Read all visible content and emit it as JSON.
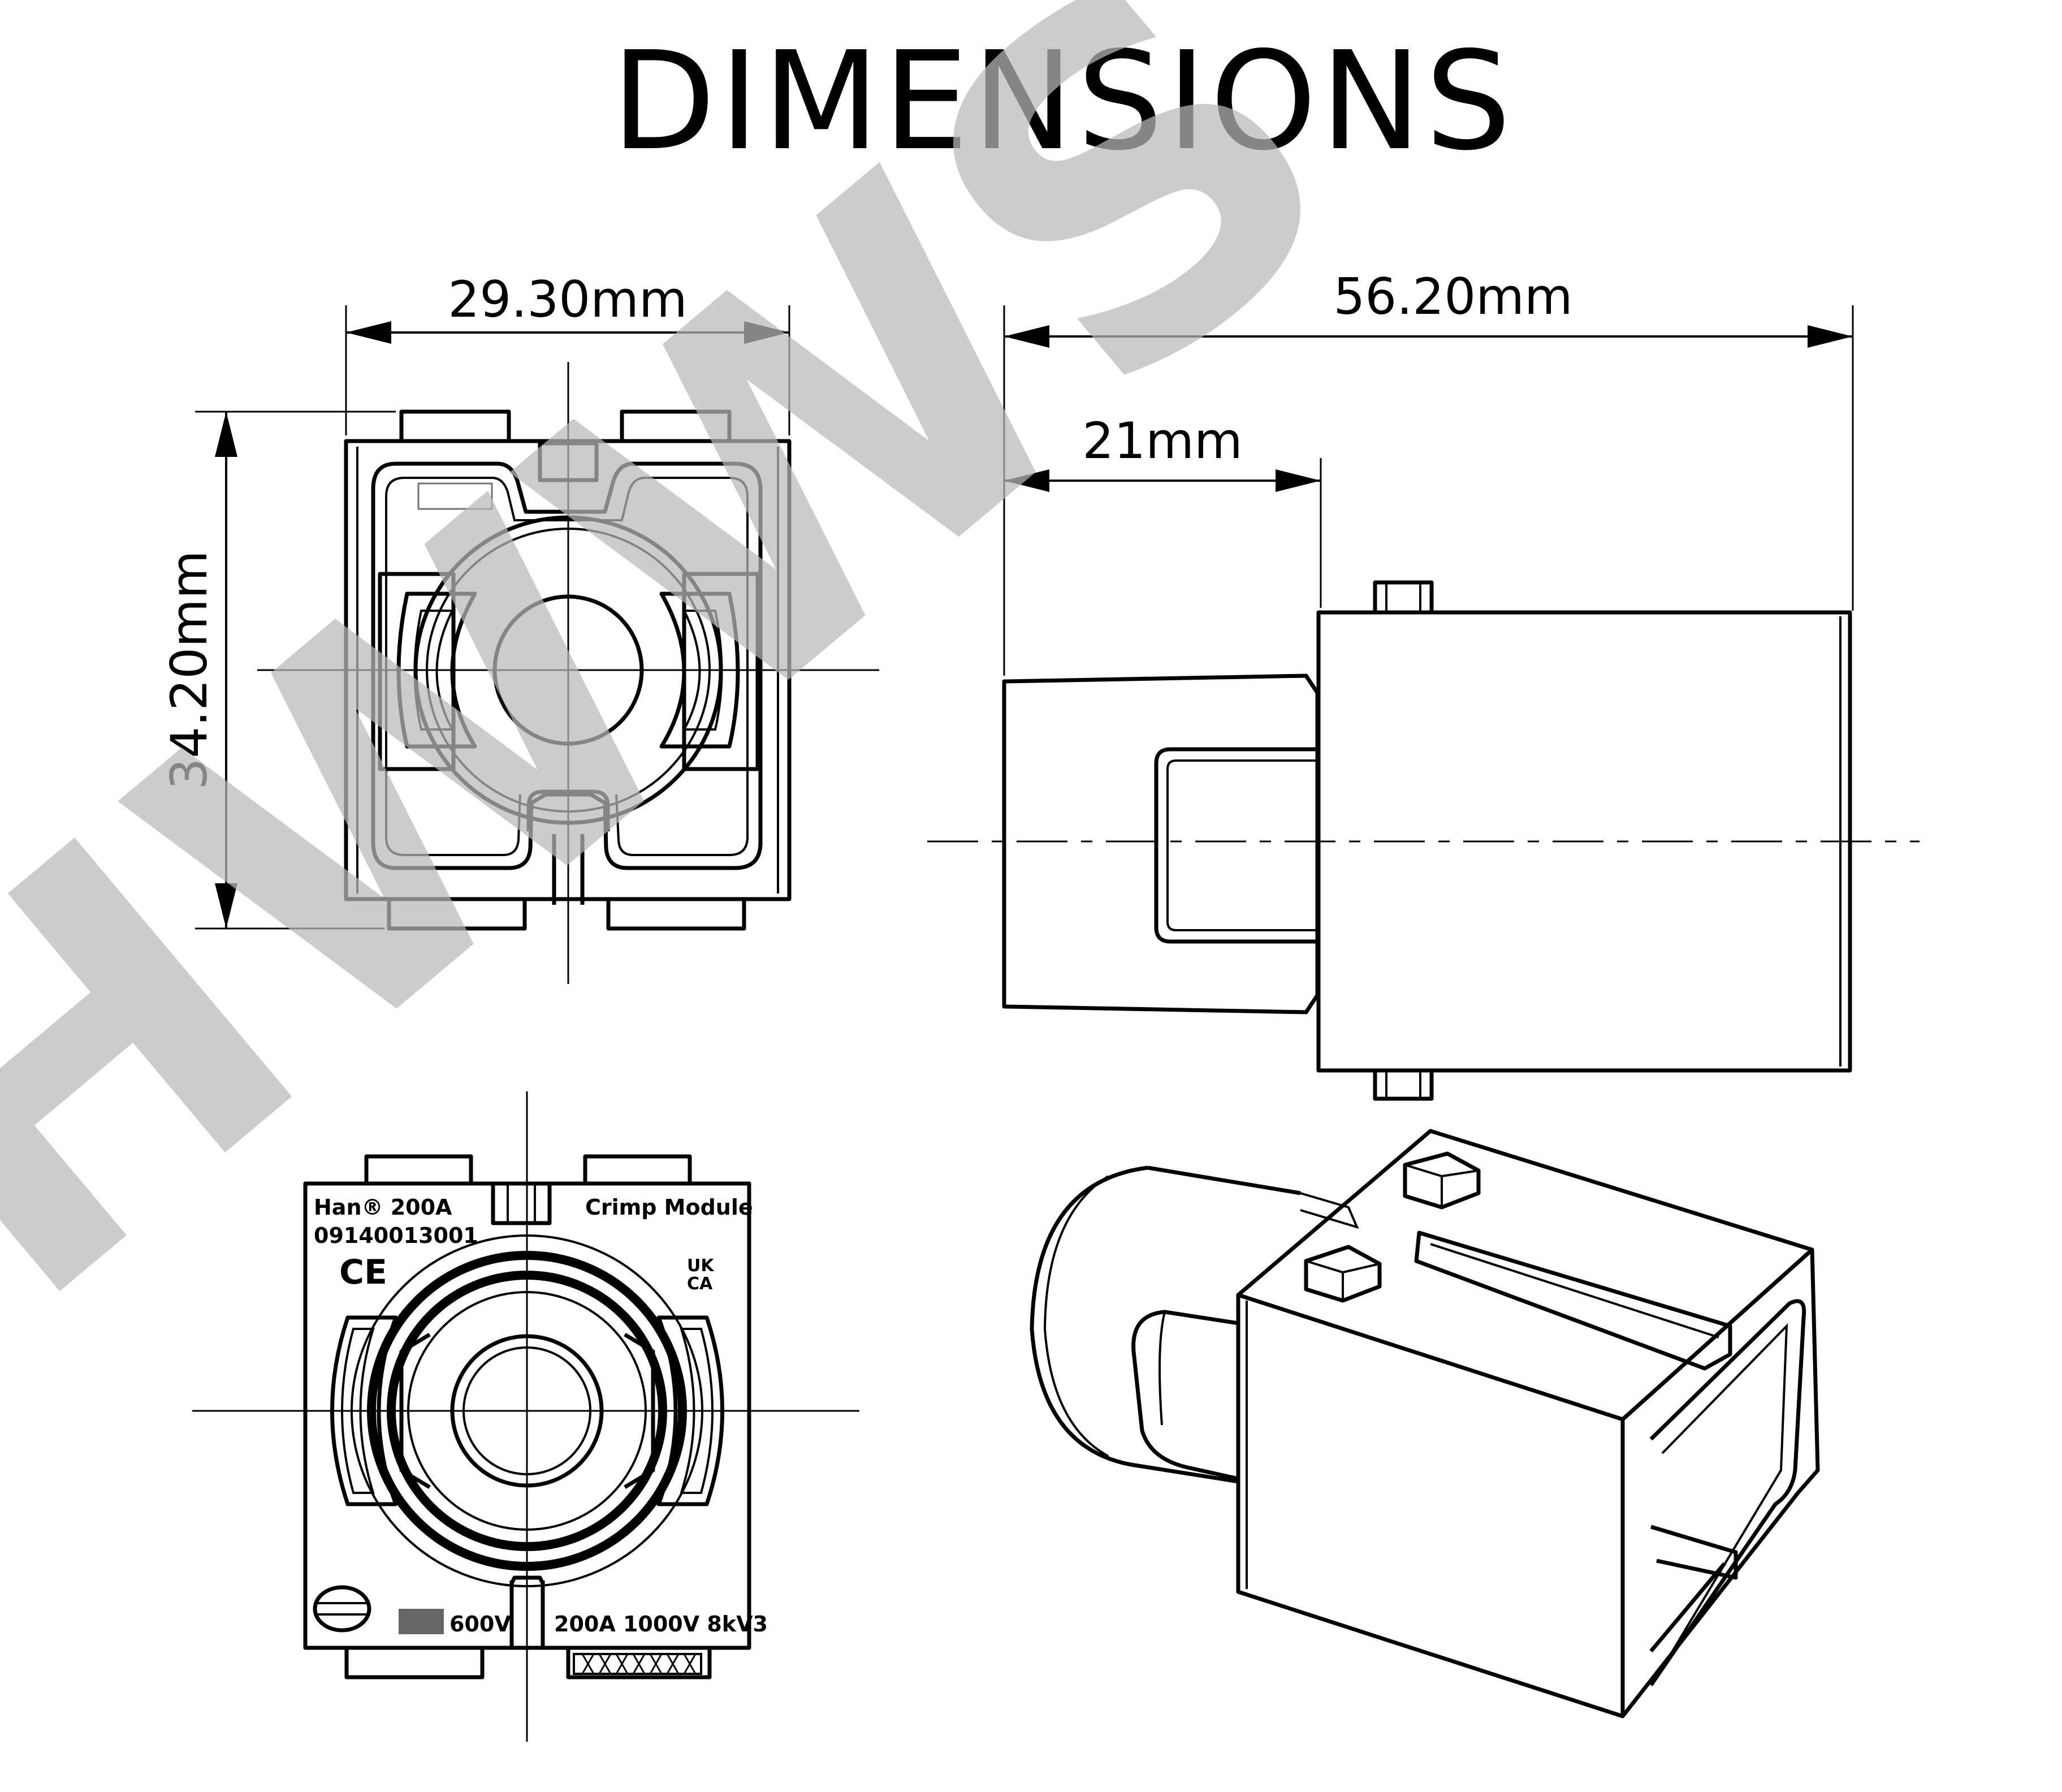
{
  "title": "DIMENSIONS",
  "watermark": "HWWS",
  "dimensions": {
    "front_width": "29.30mm",
    "front_height": "34.20mm",
    "side_total_length": "56.20mm",
    "side_partial_length": "21mm"
  },
  "markings": {
    "brand": "Han® 200A",
    "part_number": "09140013001",
    "module_type": "Crimp Module",
    "ce_mark": "CE",
    "ukca_top": "UK",
    "ukca_bottom": "CA",
    "voltage_ul": "600V",
    "rating": "200A  1000V  8kV3"
  },
  "colors": {
    "line": "#000000",
    "watermark": "#b9b9b9",
    "background": "#ffffff"
  }
}
